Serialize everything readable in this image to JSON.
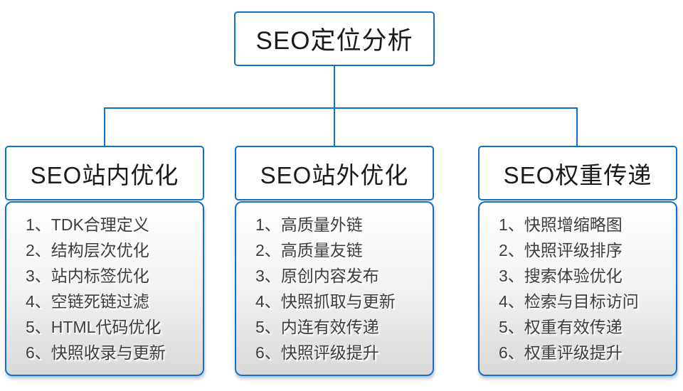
{
  "colors": {
    "accent": "#1170cc",
    "panel_top": "#ffffff",
    "panel_bottom": "#d9d9d9",
    "text": "#1a1a1a",
    "list_text": "#3d3d3d"
  },
  "root": {
    "label": "SEO定位分析"
  },
  "branches": [
    {
      "title": "SEO站内优化",
      "items": [
        "1、TDK合理定义",
        "2、结构层次优化",
        "3、站内标签优化",
        "4、空链死链过滤",
        "5、HTML代码优化",
        "6、快照收录与更新"
      ]
    },
    {
      "title": "SEO站外优化",
      "items": [
        "1、高质量外链",
        "2、高质量友链",
        "3、原创内容发布",
        "4、快照抓取与更新",
        "5、内连有效传递",
        "6、快照评级提升"
      ]
    },
    {
      "title": "SEO权重传递",
      "items": [
        "1、快照增缩略图",
        "2、快照评级排序",
        "3、搜索体验优化",
        "4、检索与目标访问",
        "5、权重有效传递",
        "6、权重评级提升"
      ]
    }
  ]
}
